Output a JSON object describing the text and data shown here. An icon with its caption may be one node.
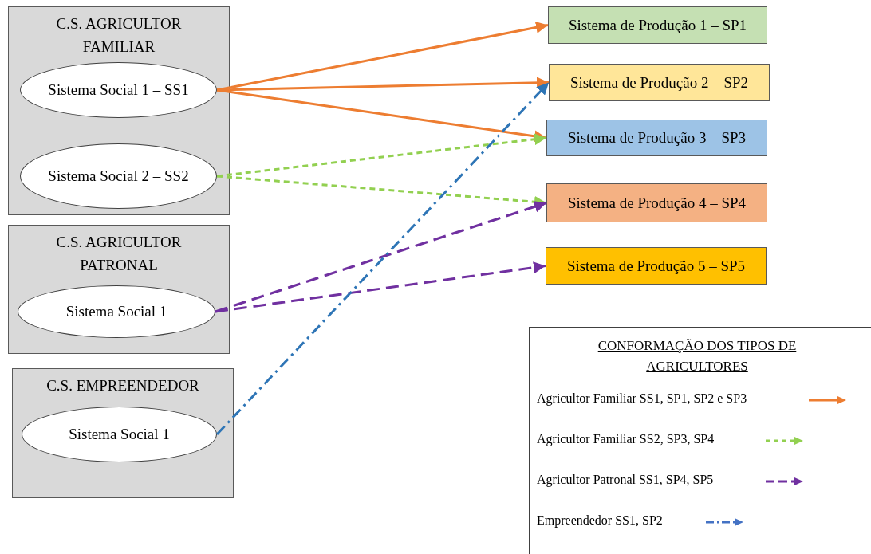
{
  "diagram": {
    "nodes": [
      {
        "text": [
          "C.S. AGRICULTOR FAMILIAR"
        ]
      },
      {
        "text": [
          "Sistema Social 1 – SS1"
        ],
        "in": 0
      },
      {
        "text": [
          "Sistema Social 2 – SS2"
        ],
        "in": 0
      },
      {
        "text": [
          "C.S. AGRICULTOR PATRONAL"
        ]
      },
      {
        "text": [
          "Sistema Social 1"
        ],
        "in": 3
      },
      {
        "text": [
          "C.S. EMPREENDEDOR"
        ]
      },
      {
        "text": [
          "Sistema Social 1"
        ],
        "in": 5
      },
      {
        "text": [
          "Sistema de Produção 1 – SP1"
        ]
      },
      {
        "text": [
          "Sistema de Produção 2 – SP2"
        ]
      },
      {
        "text": [
          "Sistema de Produção 3 – SP3"
        ]
      },
      {
        "text": [
          "Sistema de Produção 4 – SP4"
        ]
      },
      {
        "text": [
          "Sistema de Produção 5 – SP5"
        ]
      }
    ],
    "edges": [
      {
        "from": 1,
        "to": 7,
        "arrow": "to",
        "color": "#ed7d31"
      },
      {
        "from": 1,
        "to": 8,
        "arrow": "to",
        "color": "#ed7d31"
      },
      {
        "from": 1,
        "to": 9,
        "arrow": "to",
        "color": "#ed7d31"
      },
      {
        "from": 2,
        "to": 9,
        "arrow": "to",
        "style": "dashed",
        "color": "#92d050"
      },
      {
        "from": 2,
        "to": 10,
        "arrow": "to",
        "style": "dashed",
        "color": "#92d050"
      },
      {
        "from": 4,
        "to": 10,
        "arrow": "to",
        "style": "dashed",
        "color": "#7030a0"
      },
      {
        "from": 4,
        "to": 11,
        "arrow": "to",
        "style": "dashed",
        "color": "#7030a0"
      },
      {
        "from": 6,
        "to": 8,
        "arrow": "to",
        "style": "dashed",
        "color": "#2e75b6"
      }
    ],
    "labels": [
      "CONFORMAÇÃO DOS TIPOS DE AGRICULTORES"
    ],
    "legend": [
      {
        "text": "Agricultor Familiar SS1, SP1, SP2 e SP3"
      },
      {
        "text": "Agricultor Familiar SS2, SP3, SP4"
      },
      {
        "text": "Agricultor Patronal SS1, SP4, SP5"
      },
      {
        "text": "Empreendedor SS1, SP2"
      }
    ]
  }
}
